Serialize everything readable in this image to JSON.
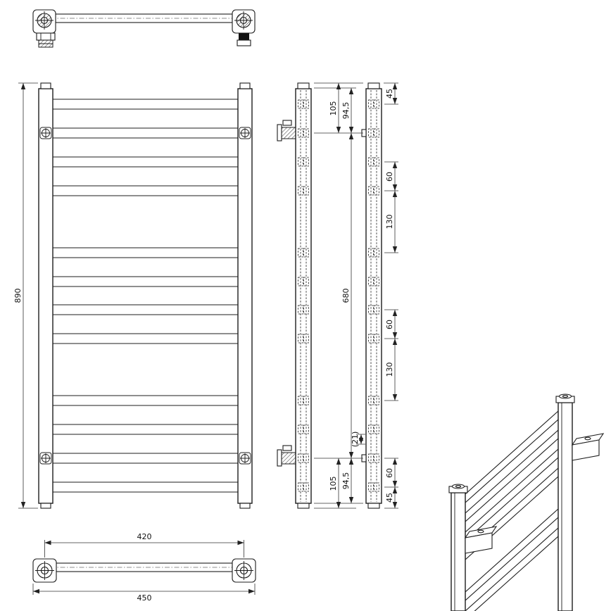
{
  "dims": {
    "overall_height": "890",
    "pipe_spacing": "420",
    "overall_width": "450",
    "bracket_top": "105",
    "bracket_bottom": "105",
    "collector_top": "94,5",
    "collector_bottom": "94,5",
    "bracket_span": "680",
    "bracket_ref": "(21)",
    "right_chain": [
      "45",
      "60",
      "130",
      "60",
      "130",
      "60",
      "45"
    ]
  }
}
